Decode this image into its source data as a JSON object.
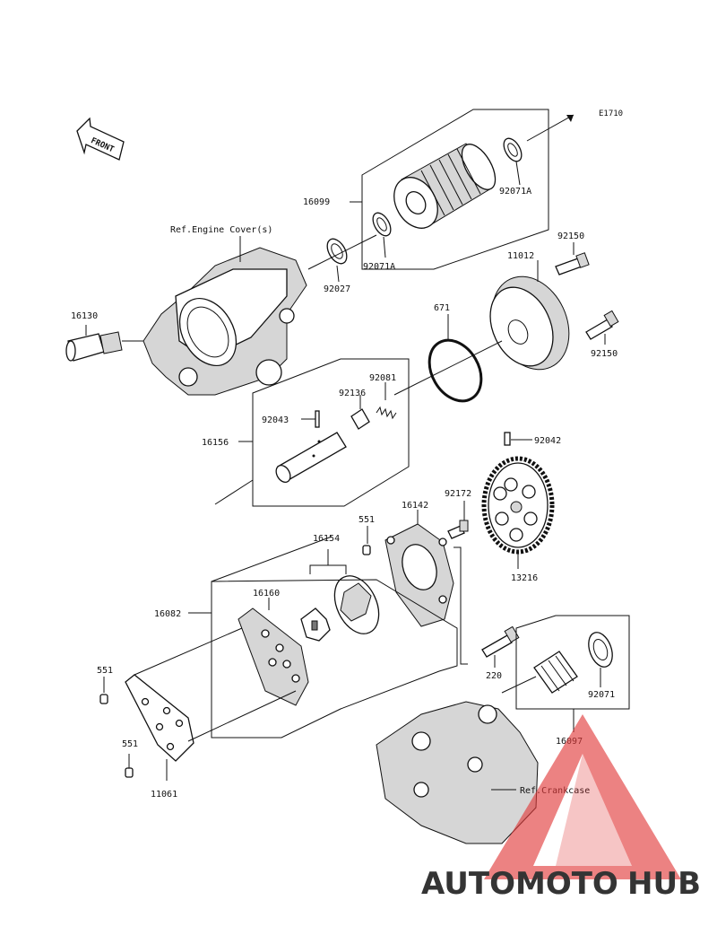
{
  "diagram": {
    "code": "E1710",
    "front_label": "FRONT",
    "references": {
      "engine_cover": "Ref.Engine Cover(s)",
      "crankcase": "Ref.Crankcase"
    },
    "part_numbers": {
      "p16099": "16099",
      "p92071A_top": "92071A",
      "p92071A_bottom": "92071A",
      "p92027": "92027",
      "p92150_top": "92150",
      "p11012": "11012",
      "p671": "671",
      "p92150_bottom": "92150",
      "p16130": "16130",
      "p92081": "92081",
      "p92136": "92136",
      "p92043": "92043",
      "p16156": "16156",
      "p92042": "92042",
      "p92172": "92172",
      "p16142": "16142",
      "p551_top": "551",
      "p16154": "16154",
      "p13216": "13216",
      "p16082": "16082",
      "p16160": "16160",
      "p220": "220",
      "p92071": "92071",
      "p551_mid": "551",
      "p551_bottom": "551",
      "p11061": "11061",
      "p16097": "16097"
    }
  },
  "watermark": {
    "text_auto": "AUTO",
    "text_moto": "MOTO",
    "text_hub": "HUB",
    "colors": {
      "auto": "#f2a23a",
      "moto": "#e86a6a",
      "hub": "#7a7a7a",
      "triangle": "#e23b3b"
    }
  }
}
